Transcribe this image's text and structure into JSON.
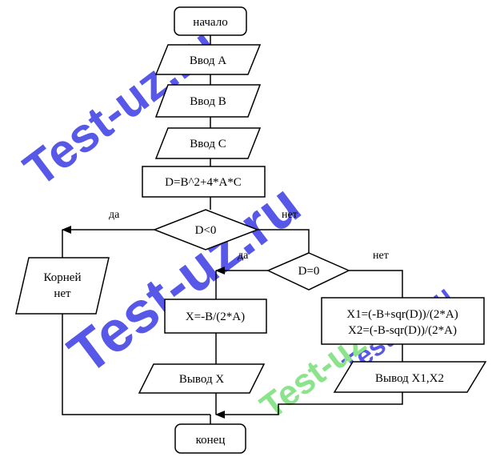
{
  "nodes": {
    "start": "начало",
    "input_a": "Ввод A",
    "input_b": "Ввод B",
    "input_c": "Ввод C",
    "calc_d": "D=B^2+4*A*C",
    "cond_d_neg": "D<0",
    "cond_d_zero": "D=0",
    "no_roots_line1": "Корней",
    "no_roots_line2": "нет",
    "single_root": "X=-B/(2*A)",
    "two_roots_line1": "X1=(-B+sqr(D))/(2*A)",
    "two_roots_line2": "X2=(-B-sqr(D))/(2*A)",
    "output_x": "Вывод X",
    "output_x1x2": "Вывод X1,X2",
    "end": "конец"
  },
  "edges": {
    "d_neg_yes": "да",
    "d_neg_no": "нет",
    "d_zero_yes": "да",
    "d_zero_no": "нет"
  },
  "watermarks": {
    "wm_main_1": "Test-uz.ru",
    "wm_main_2": "Test-uz.ru",
    "wm_small_1": "Test-uz.ru",
    "wm_small_2": "Test-uz.ru"
  },
  "colors": {
    "watermark_blue": "#4646e6",
    "watermark_green": "#7ee07e"
  }
}
